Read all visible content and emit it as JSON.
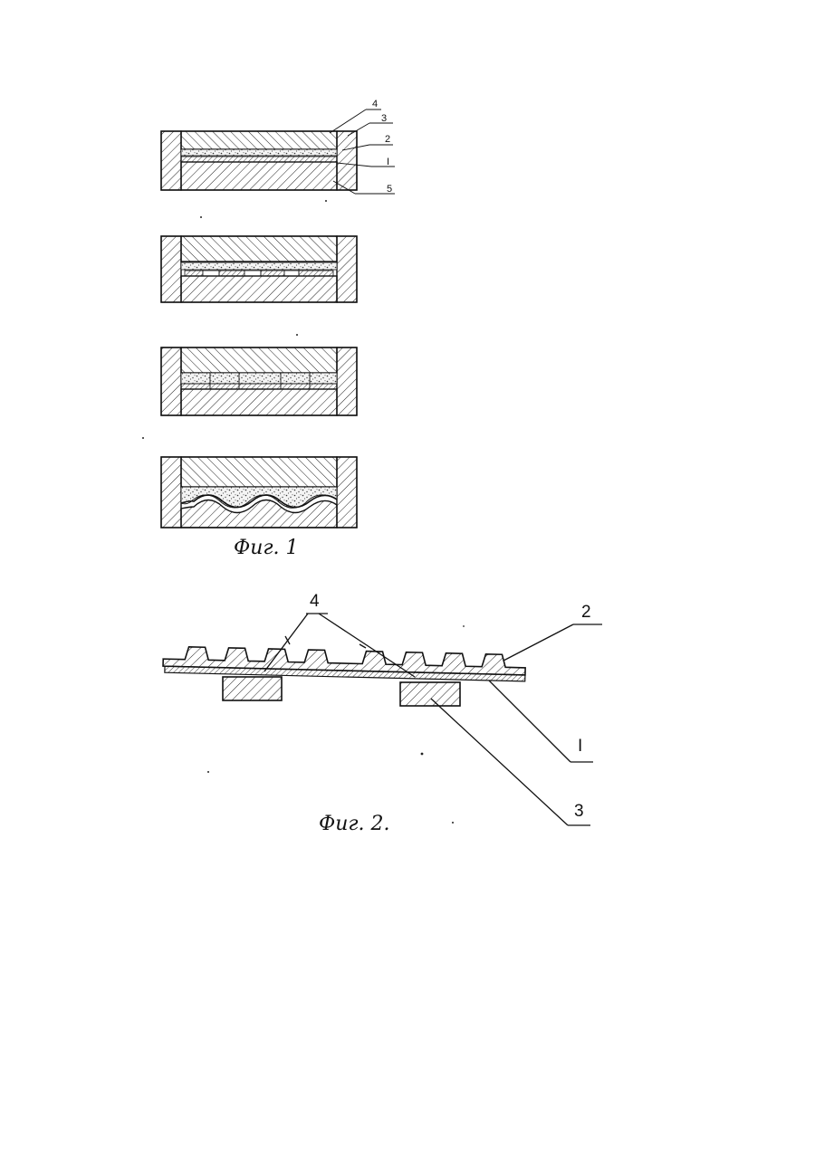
{
  "figure1": {
    "caption": "Фиг. 1",
    "labels": [
      "4",
      "3",
      "2",
      "I",
      "5"
    ]
  },
  "figure2": {
    "caption": "Фиг. 2.",
    "labels": {
      "four": "4",
      "two": "2",
      "one": "I",
      "three": "3"
    }
  }
}
